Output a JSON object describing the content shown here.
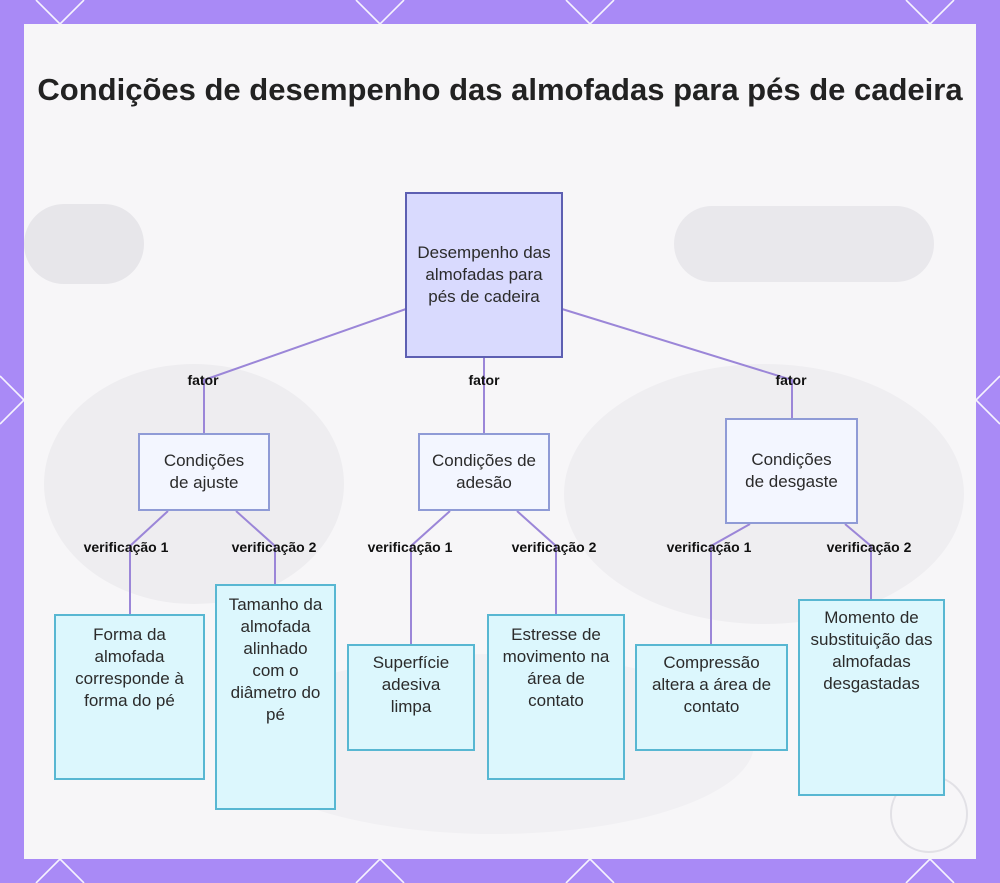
{
  "title": "Condições de desempenho das almofadas para pés de cadeira",
  "root": {
    "label": "Desempenho das almofadas para pés de cadeira"
  },
  "edge_labels": {
    "factor": "fator",
    "check1": "verificação 1",
    "check2": "verificação 2"
  },
  "factors": [
    {
      "label": "Condições de ajuste",
      "checks": [
        "Forma da almofada corresponde à forma do pé",
        "Tamanho da almofada alinhado com o diâmetro do pé"
      ]
    },
    {
      "label": "Condições de adesão",
      "checks": [
        "Superfície adesiva limpa",
        "Estresse de movimento na área de contato"
      ]
    },
    {
      "label": "Condições de desgaste",
      "checks": [
        "Compressão altera a área de contato",
        "Momento de substituição das almofadas desgastadas"
      ]
    }
  ],
  "colors": {
    "frame": "#a98af6",
    "root_fill": "#d9dafe",
    "root_border": "#5d5fb2",
    "factor_fill": "#f3f6ff",
    "factor_border": "#8f9bd6",
    "leaf_fill": "#dcf7fd",
    "leaf_border": "#58b7d2",
    "connector": "#9b86d8"
  }
}
